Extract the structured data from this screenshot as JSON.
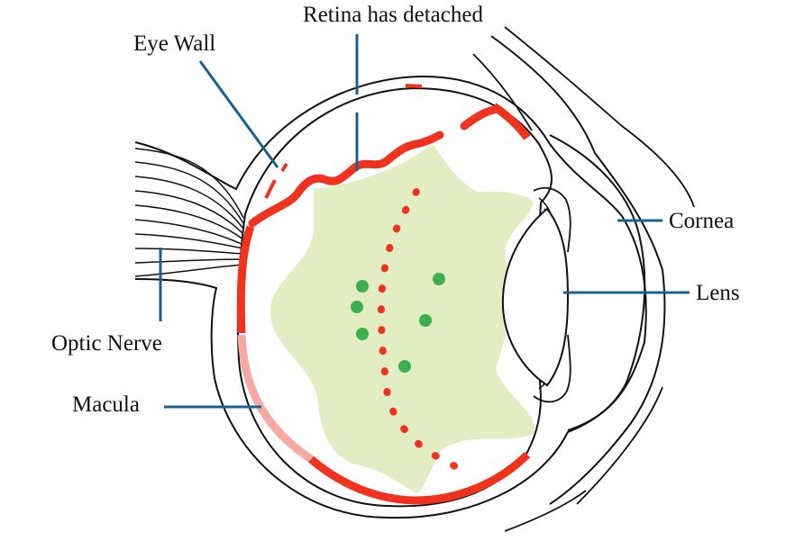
{
  "labels": {
    "retina_detached": "Retina has detached",
    "eye_wall": "Eye Wall",
    "cornea": "Cornea",
    "lens": "Lens",
    "optic_nerve": "Optic Nerve",
    "macula": "Macula"
  },
  "colors": {
    "outline": "#111111",
    "retina": "#f0321e",
    "macula": "#f4a9a3",
    "vitreous": "#e3edc4",
    "floaters": "#3cb04c",
    "leader_lines": "#17628f"
  }
}
